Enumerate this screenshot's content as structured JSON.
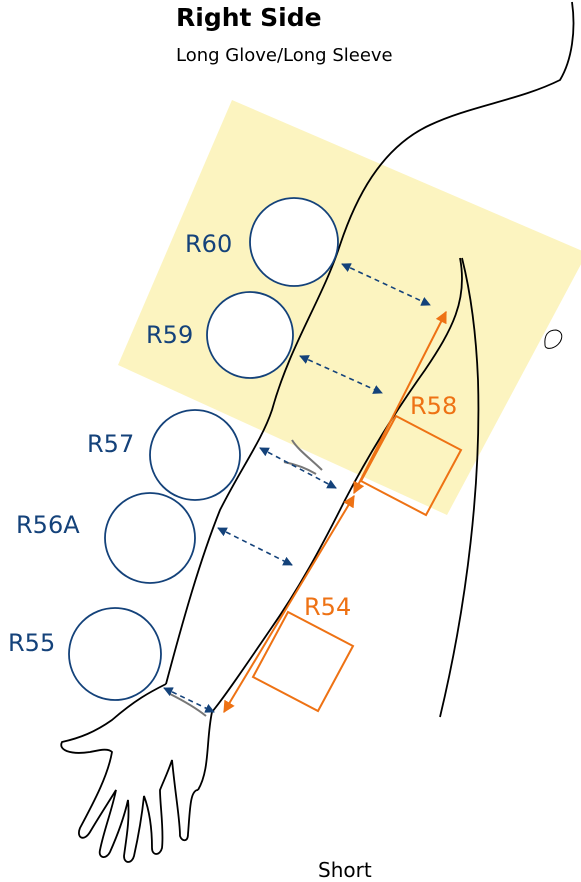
{
  "title": "Right Side",
  "subtitle": "Long Glove/Long Sleeve",
  "footer": "Short",
  "colors": {
    "zone_fill": "#fcf4c0",
    "circle_stroke": "#14427a",
    "circle_label": "#14427a",
    "square_stroke": "#ee7214",
    "square_label": "#ee7214",
    "arrow": "#14427a",
    "outline": "#000000"
  },
  "circle_labels": {
    "r60": "R60",
    "r59": "R59",
    "r57": "R57",
    "r56a": "R56A",
    "r55": "R55"
  },
  "square_labels": {
    "r58": "R58",
    "r54": "R54"
  }
}
